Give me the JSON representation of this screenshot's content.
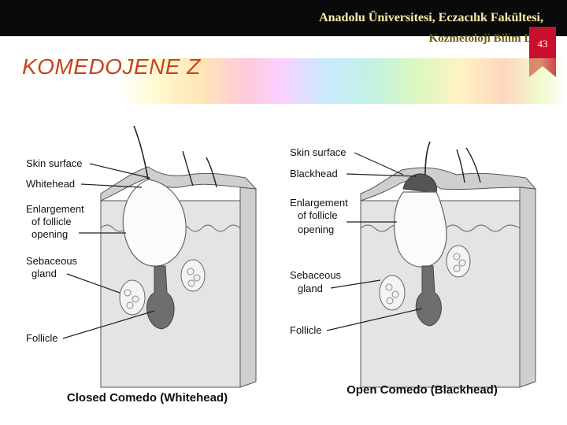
{
  "header": {
    "line1": "Anadolu Üniversitesi, Eczacılık Fakültesi,",
    "line2": "Kozmetoloji Bilim Dalı"
  },
  "page_number": "43",
  "slide_title": "KOMEDOJENE Z",
  "figure": {
    "left": {
      "labels": [
        "Skin surface",
        "Whitehead",
        "Enlargement",
        "of follicle",
        "opening",
        "Sebaceous",
        "gland",
        "Follicle"
      ],
      "caption": "Closed Comedo (Whitehead)"
    },
    "right": {
      "labels": [
        "Skin surface",
        "Blackhead",
        "Enlargement",
        "of follicle",
        "opening",
        "Sebaceous",
        "gland",
        "Follicle"
      ],
      "caption": "Open Comedo (Blackhead)"
    }
  },
  "colors": {
    "title": "#c8441b",
    "header_text": "#ffe9a6",
    "ribbon": "#c8102e"
  }
}
